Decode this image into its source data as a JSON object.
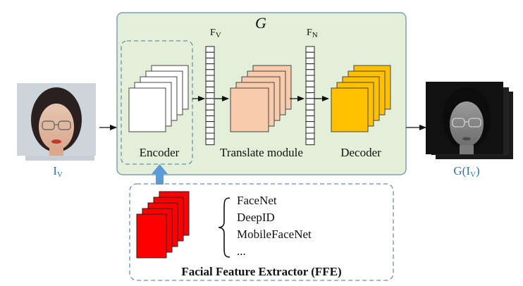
{
  "generator": {
    "label": "G"
  },
  "encoder": {
    "label": "Encoder"
  },
  "translate": {
    "label": "Translate module"
  },
  "decoder": {
    "label": "Decoder"
  },
  "features": {
    "fv_main": "F",
    "fv_sub": "V",
    "fn_main": "F",
    "fn_sub": "N"
  },
  "input": {
    "label_main": "I",
    "label_sub": "V"
  },
  "output": {
    "label_prefix": "G(I",
    "label_sub": "V",
    "label_suffix": ")"
  },
  "ffe": {
    "title": "Facial Feature Extractor (FFE)",
    "models": [
      "FaceNet",
      "DeepID",
      "MobileFaceNet",
      "..."
    ]
  },
  "colors": {
    "generator_fill": "#e3efd9",
    "generator_stroke": "#7f9fb5",
    "encoder_fill": "#ffffff",
    "translate_fill": "#f8cbad",
    "decoder_fill": "#ffc000",
    "ffe_fill": "#ff0000",
    "dashed_stroke": "#6d8fad",
    "label_blue": "#2e75b6",
    "up_arrow": "#5b9bd5"
  },
  "icons": {
    "input_photo": "face-photo-stack-color",
    "output_photo": "face-photo-stack-grayscale"
  }
}
